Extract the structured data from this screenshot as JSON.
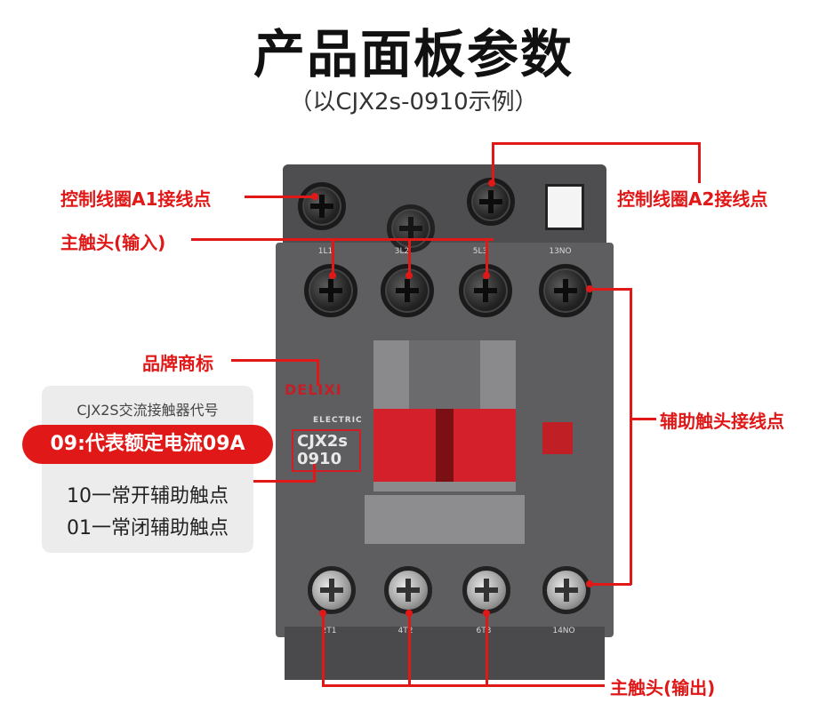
{
  "header": {
    "title": "产品面板参数",
    "subtitle": "（以CJX2s-0910示例）"
  },
  "callouts": {
    "coil_a1": "控制线圈A1接线点",
    "coil_a2": "控制线圈A2接线点",
    "main_input": "主触头(输入)",
    "brand_mark": "品牌商标",
    "aux_contact": "辅助触头接线点",
    "main_output": "主触头(输出)"
  },
  "info_card": {
    "model_desc": "CJX2S交流接触器代号",
    "highlight": "09:代表额定电流09A",
    "line_10": "10一常开辅助触点",
    "line_01": "01一常闭辅助触点"
  },
  "device": {
    "brand": "DELIXI",
    "sub_brand": "ELECTRIC",
    "model_line1": "CJX2s",
    "model_line2": "0910",
    "top_terminals": [
      "1L1",
      "3L2",
      "5L3",
      "13NO"
    ],
    "bottom_terminals": [
      "2T1",
      "4T2",
      "6T3",
      "14NO"
    ]
  },
  "colors": {
    "accent_red": "#e01818",
    "device_grey": "#5e5e61",
    "armature_red": "#d4202a"
  }
}
